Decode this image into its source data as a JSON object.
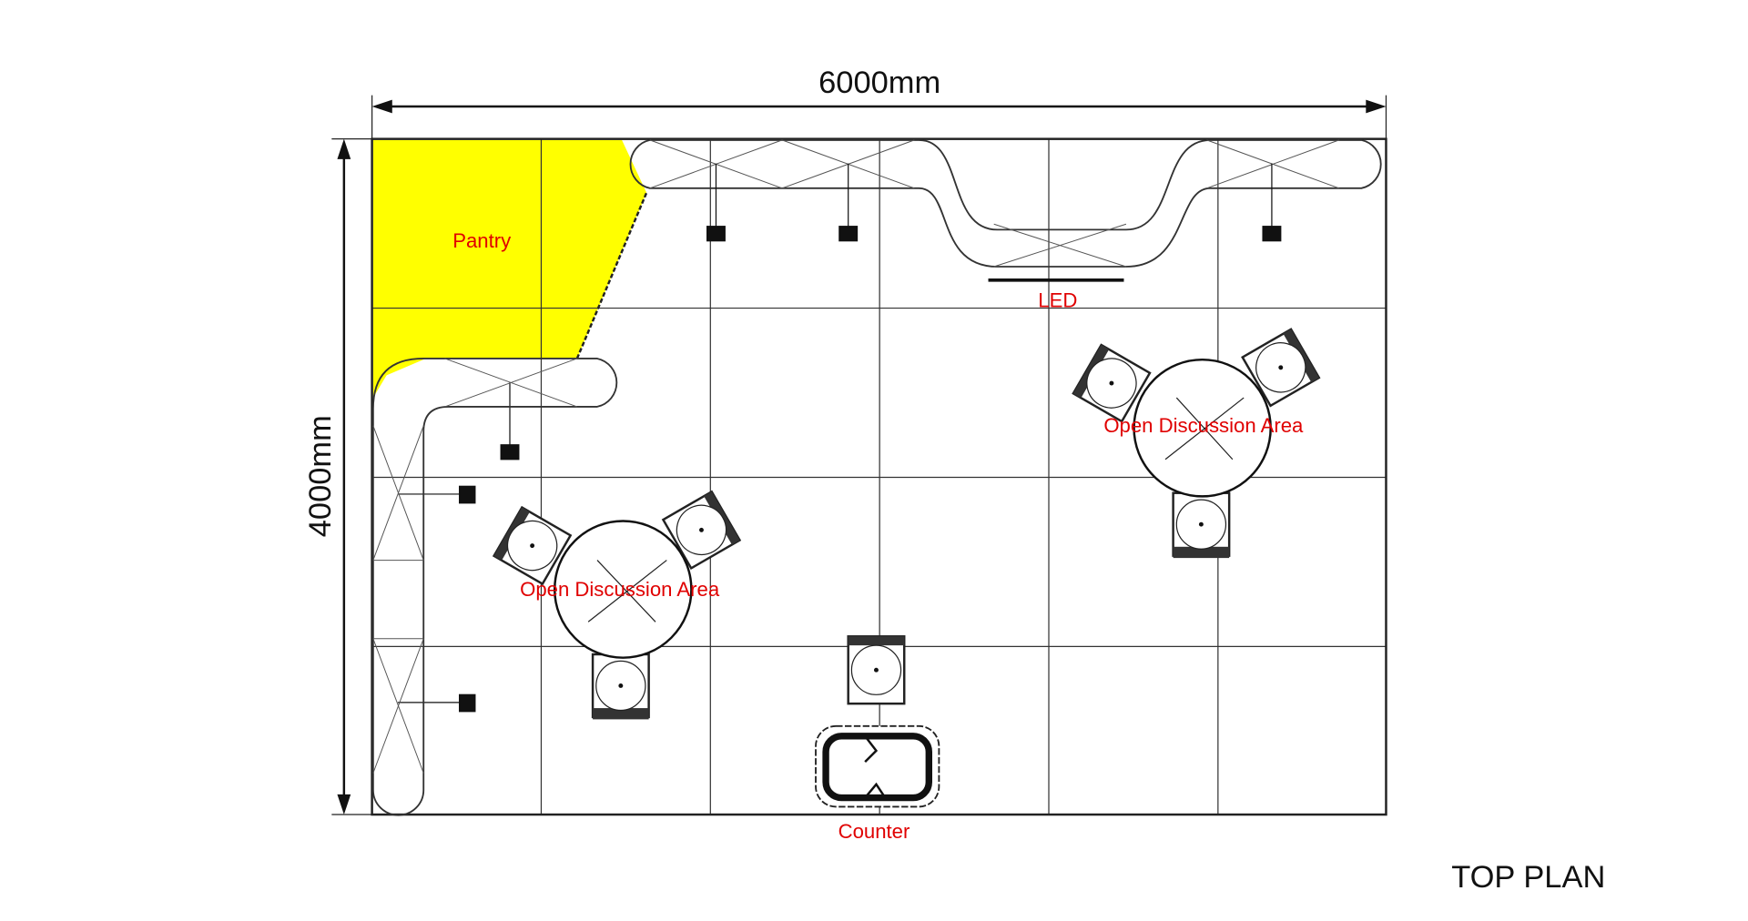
{
  "title": "TOP PLAN",
  "dimensions": {
    "width": "6000mm",
    "depth": "4000mm"
  },
  "labels": {
    "pantry": "Pantry",
    "led": "LED",
    "discussion_right": "Open Discussion Area",
    "discussion_left": "Open Discussion Area",
    "counter": "Counter"
  },
  "colors": {
    "pantry": "#ffff00",
    "label": "#e00000"
  }
}
